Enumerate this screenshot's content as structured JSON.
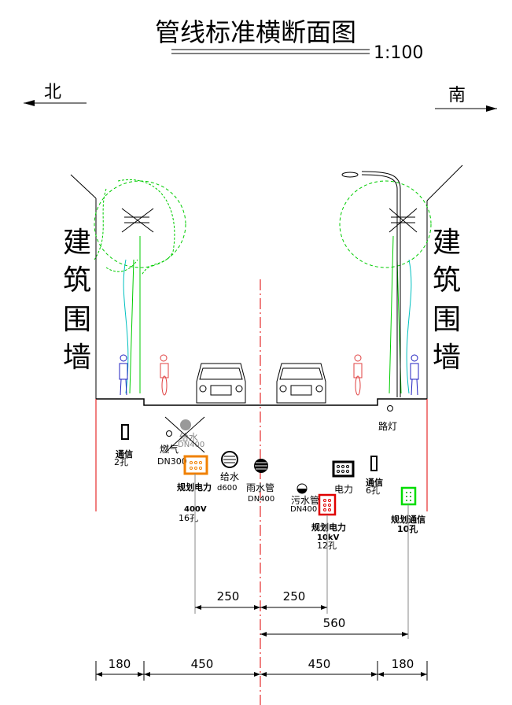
{
  "title": "管线标准横断面图",
  "scale": "1:100",
  "north": "北",
  "south": "南",
  "wall_left": [
    "建",
    "筑",
    "围",
    "墙"
  ],
  "wall_right": [
    "建",
    "筑",
    "围",
    "墙"
  ],
  "utilities": {
    "telecom_left": {
      "name": "通信",
      "spec": "2孔"
    },
    "gas": {
      "name": "燃气",
      "spec": "DN300"
    },
    "old_water": {
      "name": "给水",
      "spec": "DN400"
    },
    "planned_power_left": {
      "name": "规划电力",
      "voltage": "400V",
      "spec": "16孔"
    },
    "water_supply": {
      "name": "给水",
      "spec": "d600"
    },
    "storm": {
      "name": "雨水管",
      "spec": "DN400"
    },
    "sewer": {
      "name": "污水管",
      "spec": "DN400"
    },
    "power": {
      "name": "电力"
    },
    "planned_power_right": {
      "name": "规划电力",
      "voltage": "10kV",
      "spec": "12孔"
    },
    "telecom_right": {
      "name": "通信",
      "spec": "6孔"
    },
    "planned_telecom": {
      "name": "规划通信",
      "spec": "10孔"
    },
    "street_light": {
      "name": "路灯"
    }
  },
  "dimensions": {
    "offsets": [
      "250",
      "250",
      "560"
    ],
    "widths": [
      "180",
      "450",
      "450",
      "180"
    ]
  },
  "colors": {
    "green": "#00cc00",
    "red": "#e00000",
    "orange": "#f08000",
    "blue": "#2020c0",
    "cyan": "#00c0c0"
  }
}
